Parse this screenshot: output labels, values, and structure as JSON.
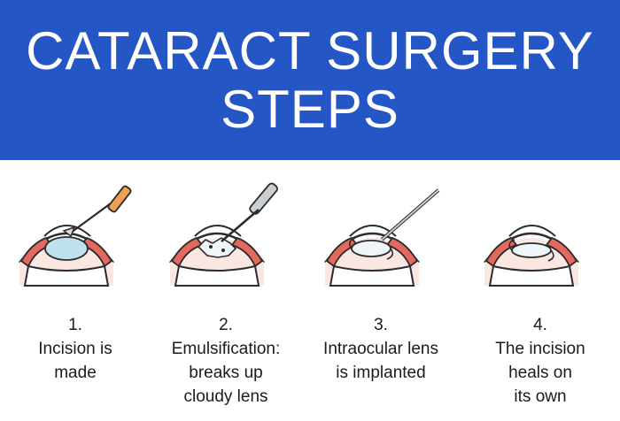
{
  "header": {
    "title_line1": "CATARACT SURGERY",
    "title_line2": "STEPS",
    "bg_color": "#2456c6"
  },
  "steps": [
    {
      "number": "1.",
      "lines": [
        "Incision is",
        "made"
      ],
      "tool": "scalpel"
    },
    {
      "number": "2.",
      "lines": [
        "Emulsification:",
        "breaks up",
        "cloudy lens"
      ],
      "tool": "phaco-probe"
    },
    {
      "number": "3.",
      "lines": [
        "Intraocular lens",
        "is implanted"
      ],
      "tool": "lens-injector"
    },
    {
      "number": "4.",
      "lines": [
        "The incision",
        "heals on",
        "its own"
      ],
      "tool": "none"
    }
  ],
  "colors": {
    "outline": "#2b2b2b",
    "sclera_red": "#e4685d",
    "iris_blue": "#cfe8f2",
    "lens_blue": "#bfe1ee",
    "handle_orange": "#f0a055",
    "probe_gray": "#c9cfd3"
  }
}
